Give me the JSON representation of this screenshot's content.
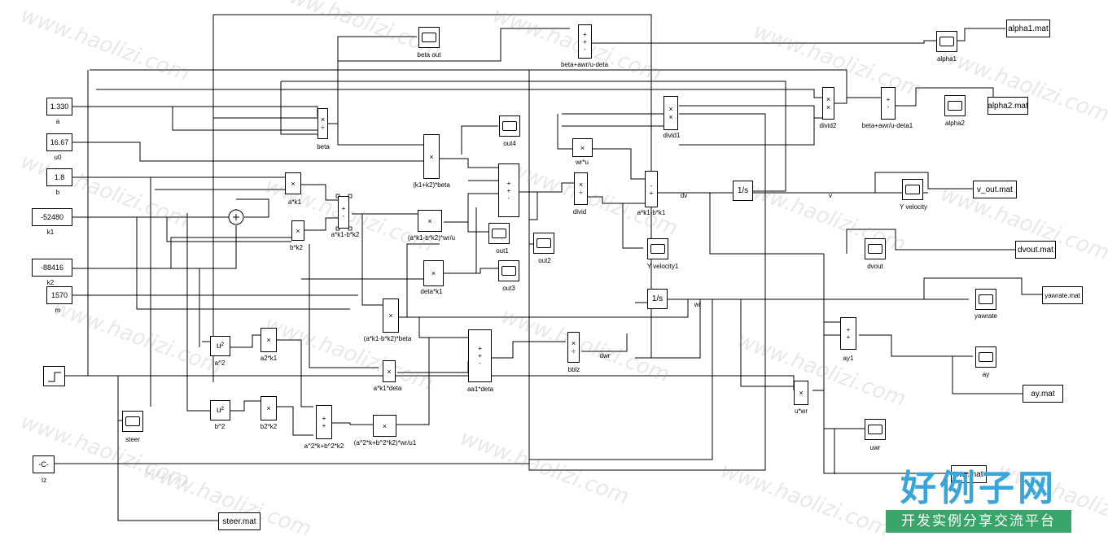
{
  "constants": {
    "a": {
      "value": "1.330",
      "label": "a"
    },
    "u0": {
      "value": "16.67",
      "label": "u0"
    },
    "b": {
      "value": "1.8",
      "label": "b"
    },
    "k1": {
      "value": "-52480",
      "label": "k1"
    },
    "k2": {
      "value": "-88416",
      "label": "k2"
    },
    "m": {
      "value": "1570",
      "label": "m"
    },
    "Iz": {
      "value": "-C-",
      "label": "Iz"
    }
  },
  "blocks": {
    "beta_out": "beta out",
    "beta_awr": "beta+awr/u-deta",
    "alpha1": "alpha1",
    "alpha1_mat": "alpha1.mat",
    "alpha2": "alpha2",
    "alpha2_mat": "alpha2.mat",
    "beta_awr1": "beta+awr/u-deta1",
    "divid1": "divid1",
    "divid2": "divid2",
    "beta": "beta",
    "k1k2beta": "(k1+k2)*beta",
    "out4": "out4",
    "wr_u": "wr*u",
    "a_k1": "a*k1",
    "b_k2": "b*k2",
    "ak1_bk2": "a*k1-b*k2",
    "ak1bk2_wru": "(a*k1-b*k2)*wr/u",
    "out1": "out1",
    "out2": "out2",
    "divid": "divid",
    "ak1_bk1": "a*k1-b*k1",
    "dv": "dv",
    "v": "v",
    "y_velocity": "Y velocity",
    "v_out_mat": "v_out.mat",
    "y_velocity1": "Y velocity1",
    "dvout": "dvout",
    "dvout_mat": "dvout.mat",
    "deta_k1": "deta*k1",
    "out3": "out3",
    "wr": "wr",
    "yawrate": "yawrate",
    "yawrate_mat": "yawrate.mat",
    "ak1bk2_beta": "(a*k1-b*k2)*beta",
    "a_sq": "a^2",
    "a2_k1": "a2*k1",
    "aa1_deta": "aa1*deta",
    "bblz": "bblz",
    "dwr": "dwr",
    "ay1": "ay1",
    "ay": "ay",
    "ay_mat": "ay.mat",
    "a_k1_deta": "a*k1*deta",
    "u_wr": "u*wr",
    "steer": "steer",
    "b_sq": "b^2",
    "b2_k2": "b2*k2",
    "a2k_b2k2": "a^2*k+b^2*k2",
    "a2k_b2k2_wru1": "(a^2*k+b^2*k2)*wr/u1",
    "uwr": "uwr",
    "uwr_mat": "uwr.mat",
    "steer_mat": "steer.mat"
  },
  "symbols": {
    "mult": "×",
    "plus": "+",
    "minus": "-",
    "divide": "÷",
    "integrator": "1/s",
    "square": "u²"
  },
  "watermark": {
    "text": "www.haolizi.com"
  },
  "logo": {
    "title": "好例子网",
    "subtitle": "开发实例分享交流平台",
    "title_color": "#3aa5d8",
    "subtitle_color": "#3aa56a"
  }
}
